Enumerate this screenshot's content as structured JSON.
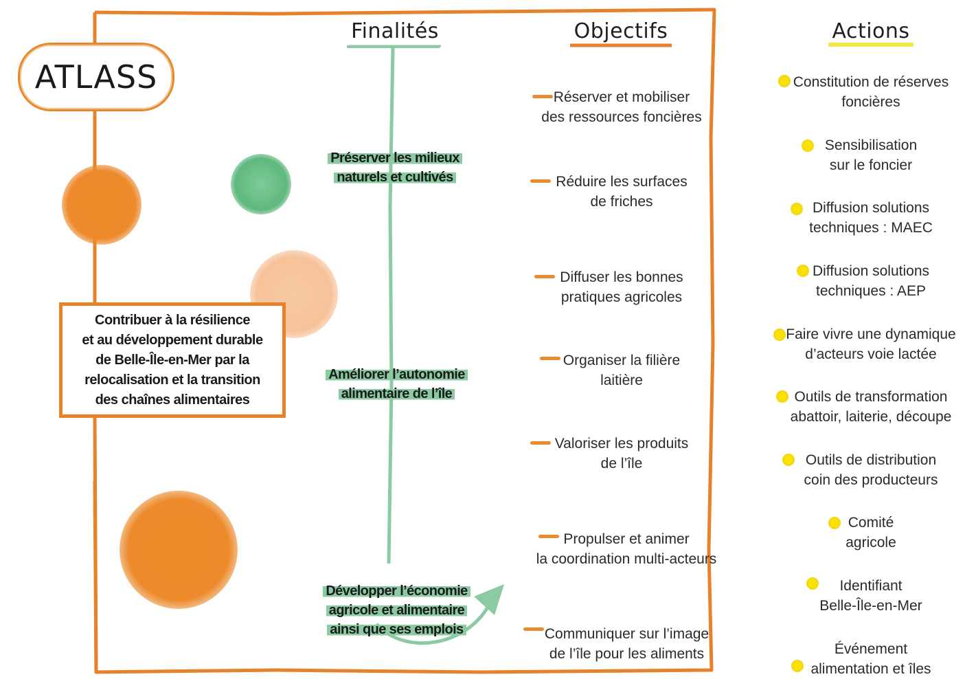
{
  "headers": {
    "finalites": "Finalités",
    "objectifs": "Objectifs",
    "actions": "Actions"
  },
  "logo": "ATLASS",
  "goal": "Contribuer à la résilience\net au développement durable\nde Belle-Île-en-Mer par la\nrelocalisation et la transition\ndes chaînes alimentaires",
  "finalites": [
    "Préserver les milieux\nnaturels et cultivés",
    "Améliorer l’autonomie\nalimentaire de l’île",
    "Développer l’économie\nagricole et alimentaire\nainsi que ses emplois"
  ],
  "objectifs": [
    "Réserver et mobiliser\ndes ressources foncières",
    "Réduire les surfaces\nde friches",
    "Diffuser les bonnes\npratiques agricoles",
    "Organiser la filière\nlaitière",
    "Valoriser les produits\nde l’île",
    "Propulser et animer\nla coordination multi-acteurs",
    "Communiquer sur l’image\nde l’île pour les aliments"
  ],
  "actions": [
    "Constitution de réserves\nfoncières",
    "Sensibilisation\nsur le foncier",
    "Diffusion solutions\ntechniques : MAEC",
    "Diffusion solutions\ntechniques : AEP",
    "Faire vivre une dynamique\nd’acteurs voie lactée",
    "Outils de transformation\nabattoir, laiterie, découpe",
    "Outils de distribution\ncoin des producteurs",
    "Comité\nagricole",
    "Identifiant\nBelle-Île-en-Mer",
    "Événement\nalimentation et îles"
  ],
  "colors": {
    "frame": "#e8822a",
    "green_line": "#8ccaa3",
    "highlight_green": "#8ccaa3",
    "orange_blob": "#ec8a2c",
    "peach_blob": "#f6c29a",
    "green_blob": "#5fb87e",
    "action_dot": "#f5dc10",
    "actions_underline": "#f4e84a"
  }
}
